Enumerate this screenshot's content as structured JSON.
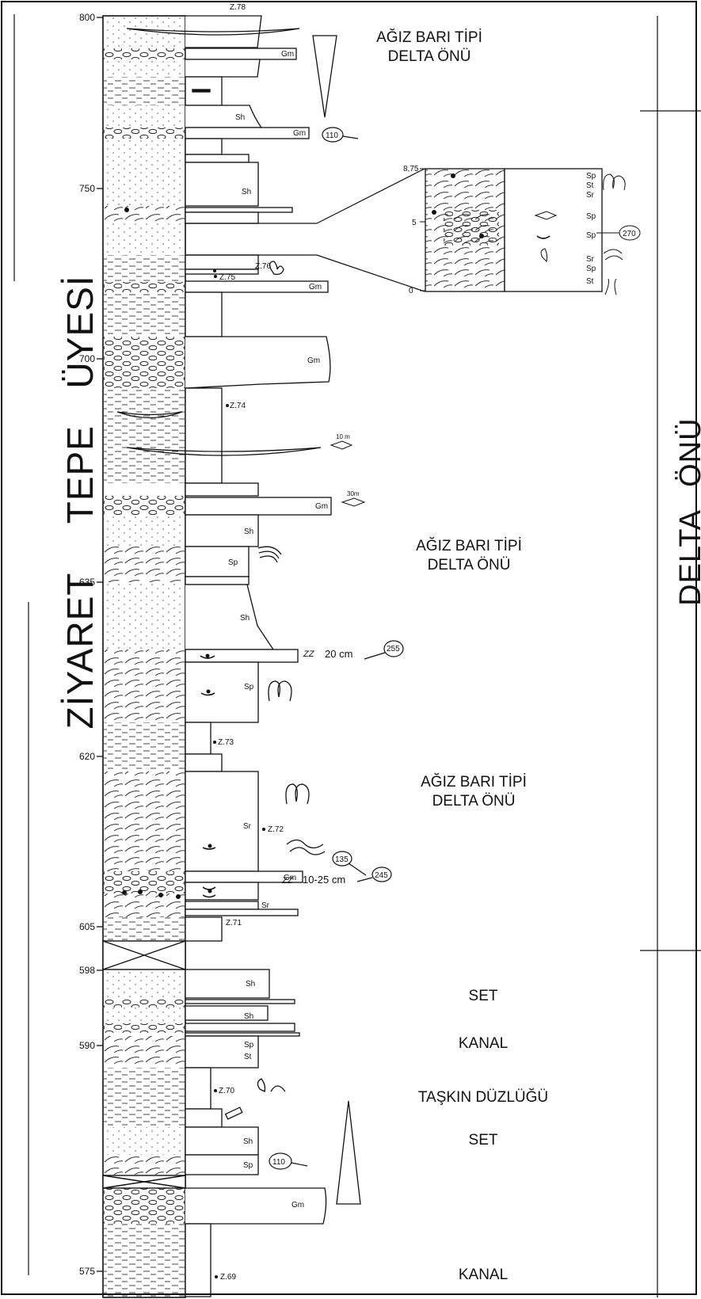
{
  "formation": {
    "w1": "ZİYARET",
    "w2": "TEPE",
    "w3": "ÜYESİ"
  },
  "facies_zone": {
    "w1": "DELTA",
    "w2": "ÖNÜ"
  },
  "depth_labels": [
    "800",
    "750",
    "700",
    "635",
    "620",
    "605",
    "598",
    "590",
    "575"
  ],
  "sample_labels": [
    "Z.78",
    "Z.76",
    "Z.75",
    "Z.74",
    "Z.73",
    "Z.72",
    "Z.71",
    "Z.70",
    "Z.69"
  ],
  "facies_codes": {
    "gm": "Gm",
    "sh": "Sh",
    "sp": "Sp",
    "sr": "Sr",
    "st": "St"
  },
  "paleocurrents": [
    "110",
    "255",
    "135",
    "245",
    "110"
  ],
  "thickness_notes": [
    "10 m",
    "30m",
    "20 cm",
    "10-25 cm"
  ],
  "environments": [
    {
      "l1": "AĞIZ BARI TİPİ",
      "l2": "DELTA ÖNÜ"
    },
    {
      "l1": "AĞIZ BARI TİPİ",
      "l2": "DELTA ÖNÜ"
    },
    {
      "l1": "AĞIZ BARI TİPİ",
      "l2": "DELTA ÖNÜ"
    },
    {
      "l1": "SET",
      "l2": ""
    },
    {
      "l1": "KANAL",
      "l2": ""
    },
    {
      "l1": "TAŞKIN DÜZLÜĞÜ",
      "l2": ""
    },
    {
      "l1": "SET",
      "l2": ""
    },
    {
      "l1": "KANAL",
      "l2": ""
    }
  ],
  "inset": {
    "scale": [
      "8,75",
      "5",
      "0"
    ],
    "codes": [
      "Sp",
      "St",
      "Sr",
      "Sp",
      "Sp",
      "Sr",
      "Sp",
      "St"
    ],
    "paleocurrent": "270"
  },
  "colors": {
    "ink": "#111111",
    "background": "#ffffff"
  }
}
